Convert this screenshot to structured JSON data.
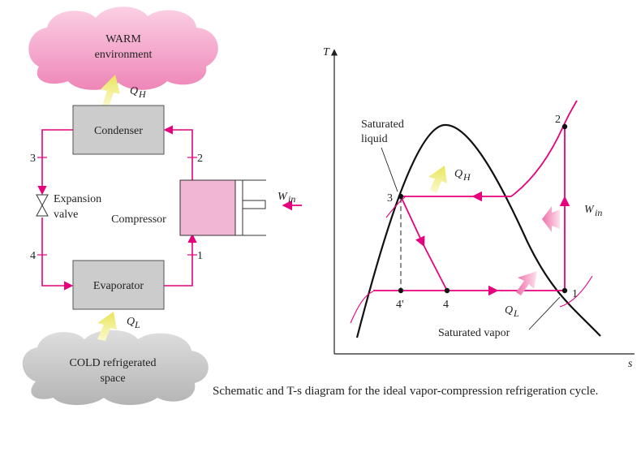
{
  "schematic": {
    "warm_env": {
      "line1": "WARM",
      "line2": "environment"
    },
    "cold_space": {
      "line1": "COLD refrigerated",
      "line2": "space"
    },
    "condenser": "Condenser",
    "evaporator": "Evaporator",
    "compressor": "Compressor",
    "expansion_valve": {
      "line1": "Expansion",
      "line2": "valve"
    },
    "q_h": {
      "symbol": "Q",
      "subscript": "H"
    },
    "q_l": {
      "symbol": "Q",
      "subscript": "L"
    },
    "w_in": {
      "symbol": "W",
      "subscript": "in"
    },
    "state_numbers": {
      "s1": "1",
      "s2": "2",
      "s3": "3",
      "s4": "4"
    }
  },
  "ts_diagram": {
    "axis_t": "T",
    "axis_s": "s",
    "saturated_liquid": {
      "line1": "Saturated",
      "line2": "liquid"
    },
    "saturated_vapor": "Saturated vapor",
    "q_h": {
      "symbol": "Q",
      "subscript": "H"
    },
    "q_l": {
      "symbol": "Q",
      "subscript": "L"
    },
    "w_in": {
      "symbol": "W",
      "subscript": "in"
    },
    "state_labels": {
      "p1": "1",
      "p2": "2",
      "p3": "3",
      "p4": "4",
      "p4prime": "4'"
    }
  },
  "caption": "Schematic and T-s diagram for the ideal vapor-compression refrigeration cycle.",
  "colors": {
    "cycle": "#e6007e",
    "box_fill": "#cccccc",
    "compressor_fill": "#f2b6d5",
    "warm_cloud": "#f6a6cc",
    "cold_cloud": "#c8c8c8",
    "heat_arrow": "#f3f08a"
  }
}
